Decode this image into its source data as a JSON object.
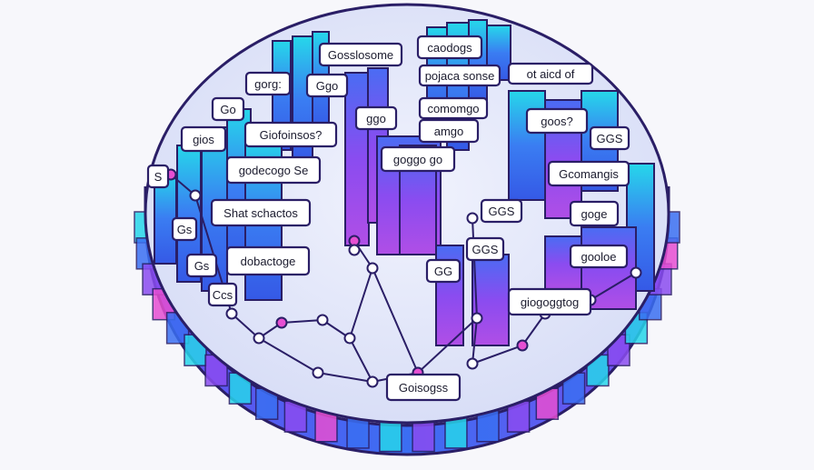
{
  "palette": {
    "background": "#f7f7fb",
    "disc_top": "#e9ecfb",
    "cyan": "#27d5ea",
    "blue": "#3a6ff2",
    "violet": "#8a4cf0",
    "pink": "#e64fd2",
    "outline": "#2a1e66",
    "label_bg": "#ffffff"
  },
  "labels": [
    "Gosslosome",
    "caodogs",
    "pojaca sonse",
    "ot aicd of",
    "gorg:",
    "Ggo",
    "Go",
    "comomgo",
    "ggo",
    "goos?",
    "gios",
    "Giofoinsos?",
    "amgo",
    "GGS",
    "S",
    "godecogo Se",
    "goggo go",
    "Gcomangis",
    "Shat schactos",
    "GGS",
    "goge",
    "Gs",
    "GGS",
    "Gs",
    "dobactoge",
    "gooloe",
    "GG",
    "Ccs",
    "giogoggtog",
    "Goisogss"
  ]
}
